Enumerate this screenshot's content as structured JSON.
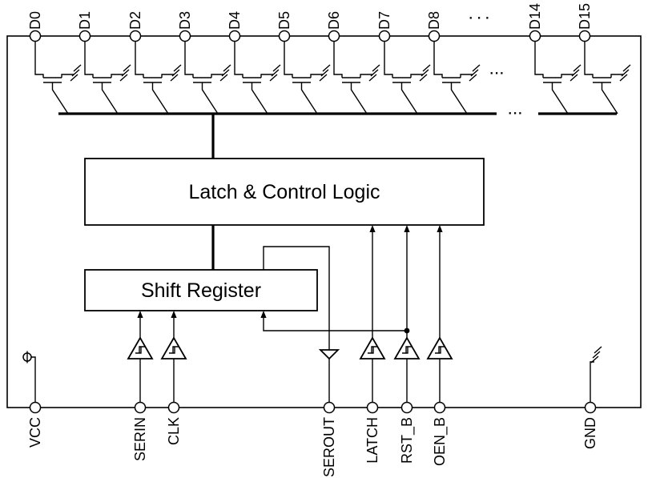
{
  "diagram": {
    "blocks": {
      "latch": "Latch & Control Logic",
      "shift": "Shift Register"
    },
    "pins": {
      "top": [
        "D0",
        "D1",
        "D2",
        "D3",
        "D4",
        "D5",
        "D6",
        "D7",
        "D8",
        "D14",
        "D15"
      ],
      "bottom": [
        "VCC",
        "SERIN",
        "CLK",
        "SEROUT",
        "LATCH",
        "RST_B",
        "OEN_B",
        "GND"
      ]
    },
    "ellipsis": "···",
    "icons": {
      "output_transistor": "n-channel open-drain output transistor with chassis-ground source",
      "schmitt_buffer": "schmitt-trigger input buffer",
      "output_buffer": "output buffer",
      "power_terminal": "power terminal",
      "chassis_ground": "chassis ground"
    },
    "colors": {
      "line": "#000000",
      "background": "#ffffff"
    }
  }
}
